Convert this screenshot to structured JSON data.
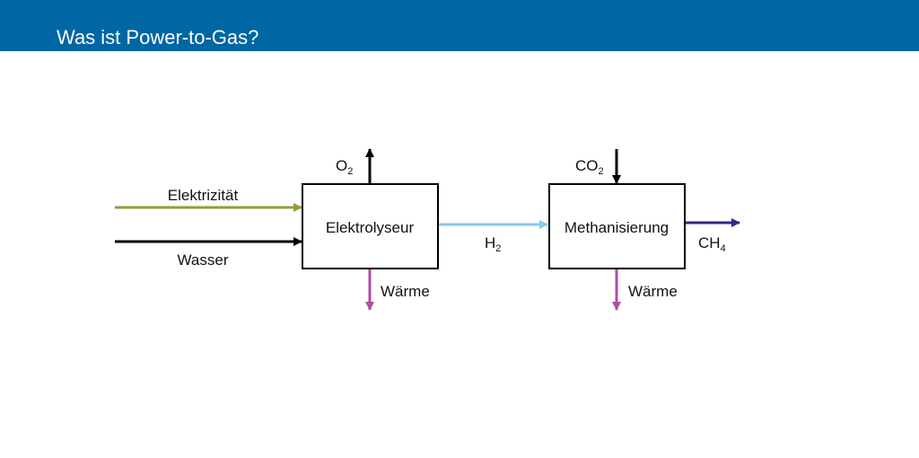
{
  "header": {
    "title": "Was ist Power-to-Gas?",
    "background": "#0066a4"
  },
  "diagram": {
    "inputs": {
      "electricity": "Elektrizität",
      "water": "Wasser"
    },
    "electrolyzer": {
      "label": "Elektrolyseur",
      "oxygen_main": "O",
      "oxygen_sub": "2",
      "heat": "Wärme"
    },
    "hydrogen": {
      "main": "H",
      "sub": "2"
    },
    "methanation": {
      "label": "Methanisierung",
      "co2_main": "CO",
      "co2_sub": "2",
      "heat": "Wärme"
    },
    "output": {
      "main": "CH",
      "sub": "4"
    },
    "colors": {
      "electricity": "#9a9a3a",
      "water": "#000000",
      "hydrogen": "#8ac8ea",
      "heat": "#b04ca6",
      "methane": "#2e2a8a"
    }
  }
}
